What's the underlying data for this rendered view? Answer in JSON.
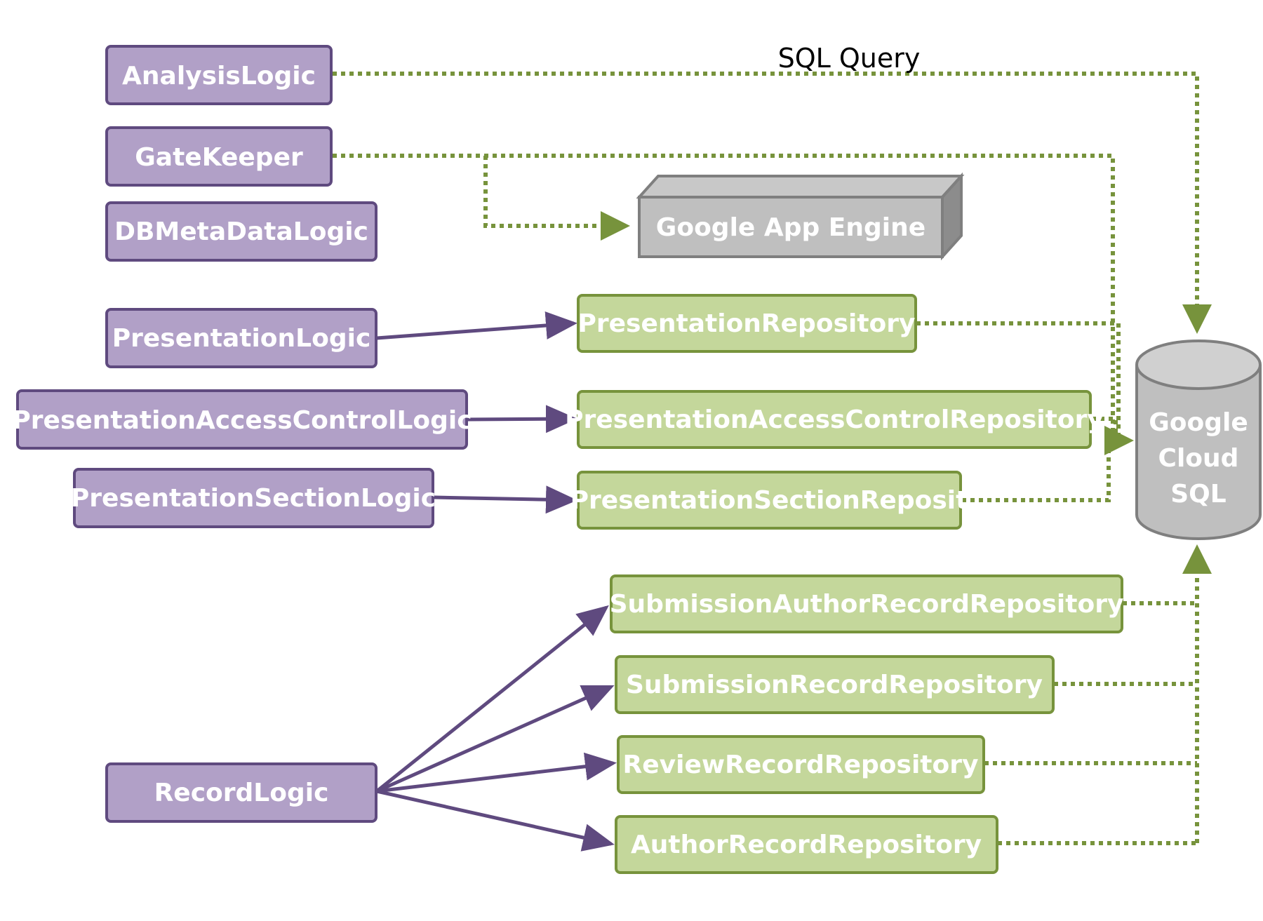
{
  "labels": {
    "sql_query": "SQL Query"
  },
  "logic_nodes": {
    "analysis": "AnalysisLogic",
    "gatekeeper": "GateKeeper",
    "dbmeta": "DBMetaDataLogic",
    "presentation": "PresentationLogic",
    "presentation_access": "PresentationAccessControlLogic",
    "presentation_section": "PresentationSectionLogic",
    "record": "RecordLogic"
  },
  "repo_nodes": {
    "presentation": "PresentationRepository",
    "presentation_access": "PresentationAccessControlRepository",
    "presentation_section": "PresentationSectionReposit",
    "submission_author_record": "SubmissionAuthorRecordRepository",
    "submission_record": "SubmissionRecordRepository",
    "review_record": "ReviewRecordRepository",
    "author_record": "AuthorRecordRepository"
  },
  "services": {
    "app_engine": "Google App Engine",
    "cloud_sql": [
      "Google",
      "Cloud",
      "SQL"
    ]
  },
  "colors": {
    "logic_fill": "#b1a0c7",
    "logic_stroke": "#5f4a7f",
    "repo_fill": "#c4d79b",
    "repo_stroke": "#77933c",
    "service_fill": "#bfbfbf",
    "service_stroke": "#7f7f7f"
  }
}
